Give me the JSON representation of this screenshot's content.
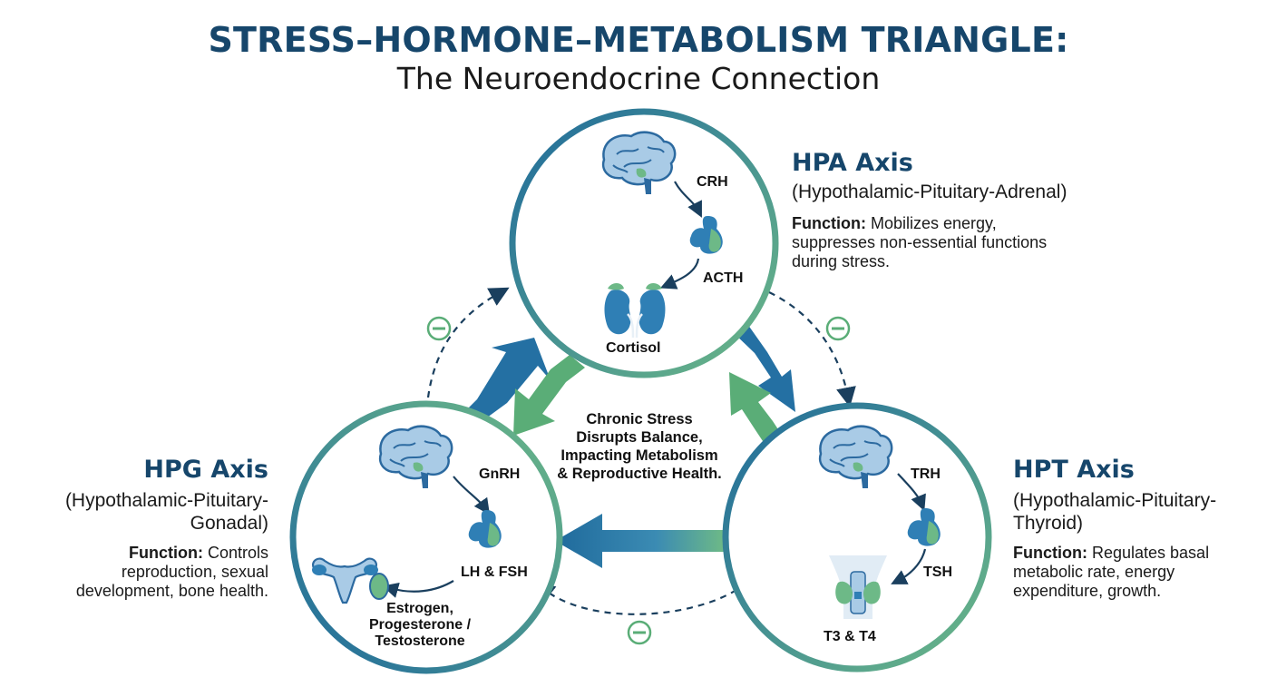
{
  "header": {
    "title": "STRESS–HORMONE–METABOLISM TRIANGLE:",
    "subtitle": "The Neuroendocrine Connection"
  },
  "center": {
    "lines": [
      "Chronic Stress",
      "Disrupts Balance,",
      "Impacting Metabolism",
      "& Reproductive Health."
    ]
  },
  "hpa": {
    "title": "HPA Axis",
    "full": "(Hypothalamic-Pituitary-Adrenal)",
    "function_label": "Function:",
    "function_text": " Mobilizes energy,",
    "function_lines": [
      "suppresses non-essential functions",
      "during stress."
    ],
    "hormones": {
      "releasing": "CRH",
      "tropic": "ACTH",
      "end": "Cortisol"
    }
  },
  "hpg": {
    "title": "HPG Axis",
    "full_lines": [
      "(Hypothalamic-Pituitary-",
      "Gonadal)"
    ],
    "function_label": "Function:",
    "function_text": " Controls",
    "function_lines": [
      "reproduction, sexual",
      "development, bone health."
    ],
    "hormones": {
      "releasing": "GnRH",
      "tropic": "LH & FSH",
      "end_lines": [
        "Estrogen,",
        "Progesterone /",
        "Testosterone"
      ]
    }
  },
  "hpt": {
    "title": "HPT Axis",
    "full_lines": [
      "(Hypothalamic-Pituitary-",
      "Thyroid)"
    ],
    "function_label": "Function:",
    "function_text": " Regulates basal",
    "function_lines": [
      "metabolic rate, energy",
      "expenditure, growth."
    ],
    "hormones": {
      "releasing": "TRH",
      "tropic": "TSH",
      "end": "T3 & T4"
    }
  },
  "inhibition_symbol": "⊖",
  "colors": {
    "navy": "#16466b",
    "blue": "#1f6a9c",
    "green": "#5fb07a",
    "brain": "#a9cbe6",
    "brain_line": "#2c6aa0",
    "pituitary": "#2f7fb5"
  }
}
